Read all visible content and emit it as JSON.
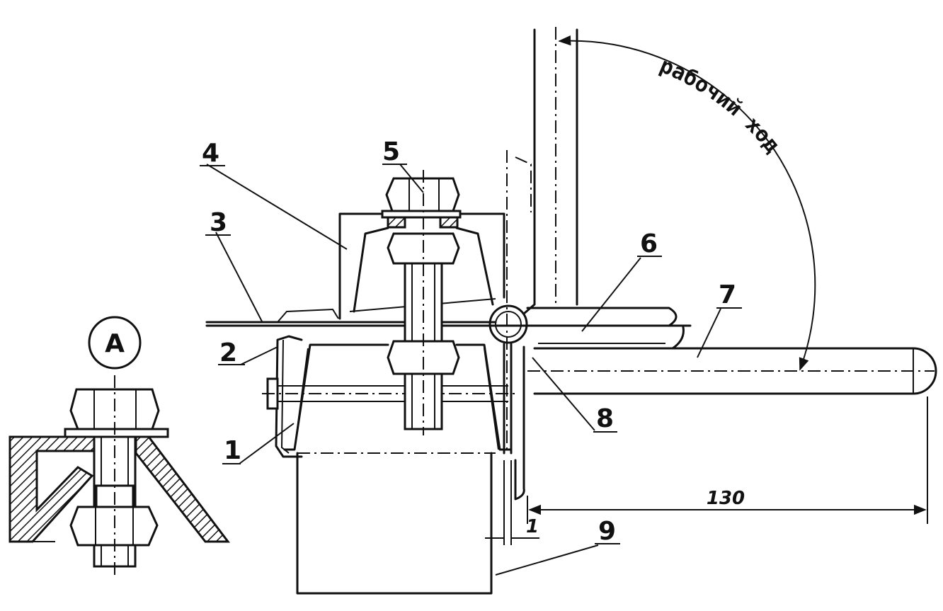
{
  "labels": {
    "l1": "1",
    "l2": "2",
    "l3": "3",
    "l4": "4",
    "l5": "5",
    "l6": "6",
    "l7": "7",
    "l8": "8",
    "l9": "9",
    "detail": "А"
  },
  "dimensions": {
    "length": "130",
    "gap": "1"
  },
  "annotations": {
    "travel": "рабочий ход"
  }
}
